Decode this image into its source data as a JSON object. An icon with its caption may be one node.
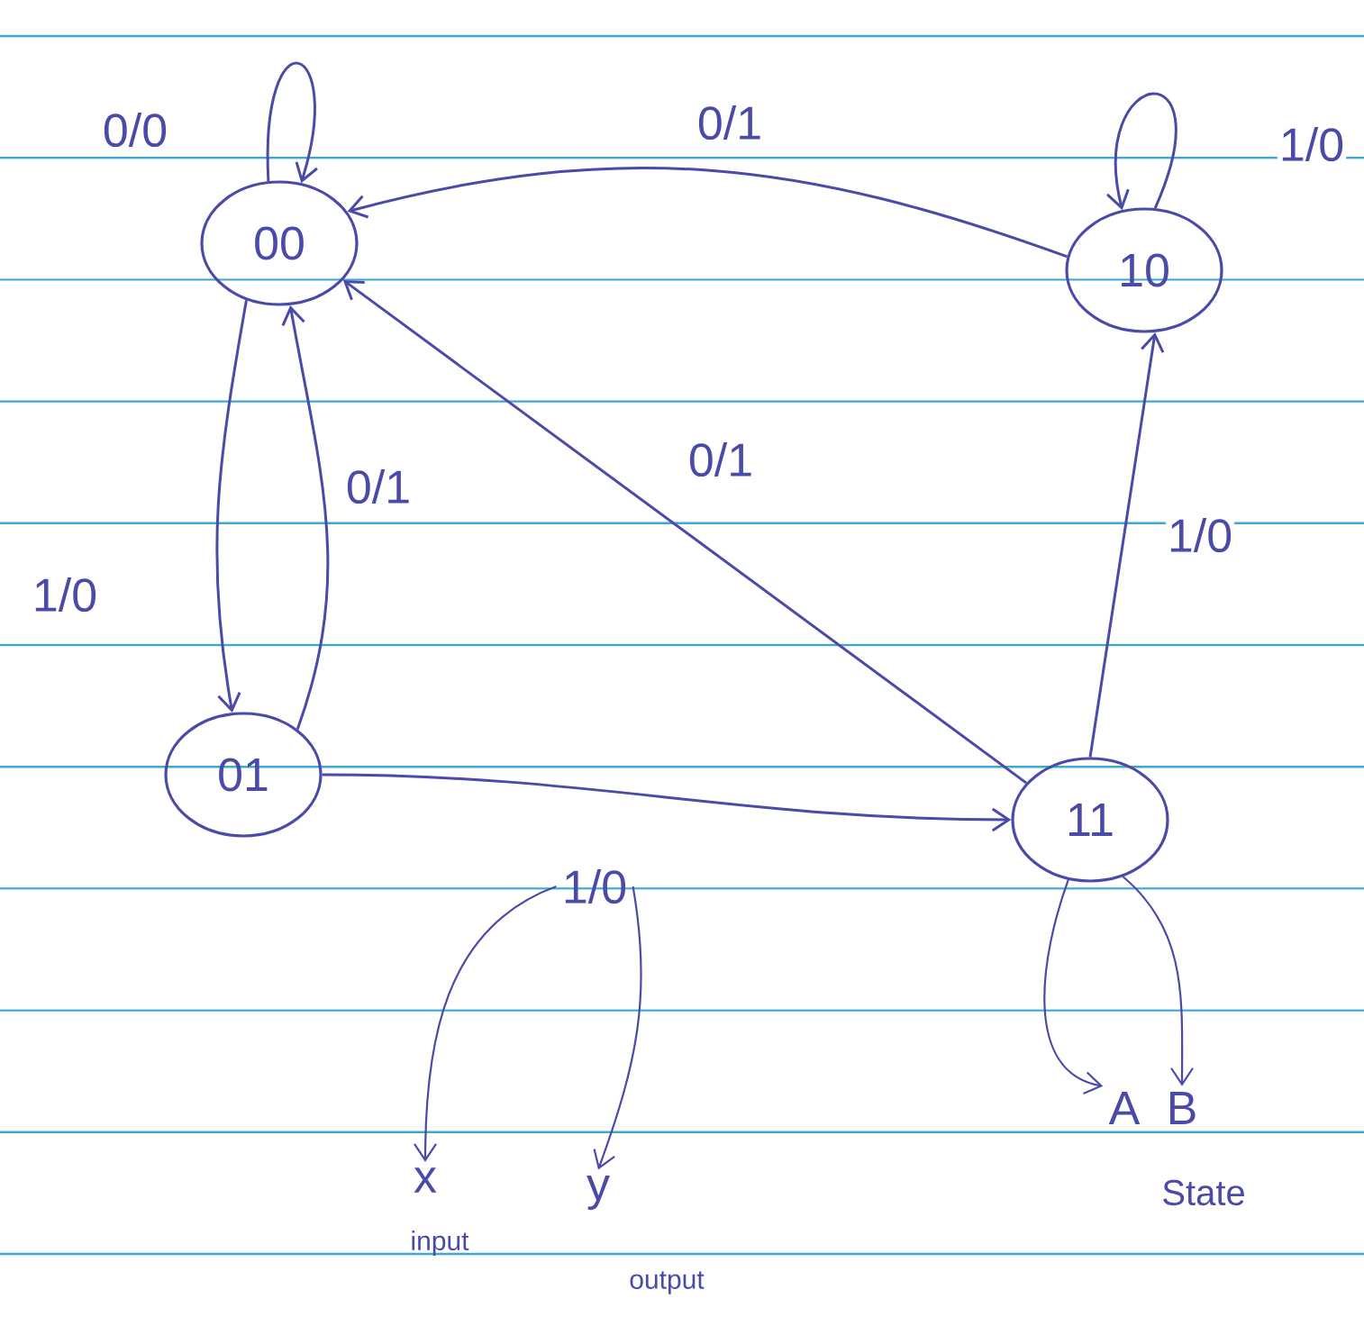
{
  "diagram": {
    "nodes": [
      {
        "text": [
          "00"
        ]
      },
      {
        "text": [
          "10"
        ]
      },
      {
        "text": [
          "01"
        ]
      },
      {
        "text": [
          "11"
        ]
      },
      {
        "text": [
          "1/0"
        ]
      },
      {
        "text": [
          "x"
        ],
        "beside": [
          "input"
        ]
      },
      {
        "text": [
          "y"
        ],
        "beside": [
          "output"
        ]
      },
      {
        "text": [
          "A"
        ]
      },
      {
        "text": [
          "B"
        ]
      }
    ],
    "edges": [
      {
        "from": 0,
        "to": 0,
        "arrow": "to",
        "label": "0/0"
      },
      {
        "from": 1,
        "to": 0,
        "arrow": "to",
        "label": "0/1"
      },
      {
        "from": 1,
        "to": 1,
        "arrow": "to",
        "label": "1/0"
      },
      {
        "from": 0,
        "to": 2,
        "arrow": "to",
        "label": "1/0"
      },
      {
        "from": 2,
        "to": 0,
        "arrow": "to",
        "label": "0/1"
      },
      {
        "from": 3,
        "to": 0,
        "arrow": "to",
        "label": "0/1"
      },
      {
        "from": 2,
        "to": 3,
        "arrow": "to"
      },
      {
        "from": 3,
        "to": 1,
        "arrow": "to",
        "label": "1/0"
      },
      {
        "from": 4,
        "to": 5,
        "arrow": "to"
      },
      {
        "from": 4,
        "to": 6,
        "arrow": "to"
      },
      {
        "from": 3,
        "to": 7,
        "arrow": "to"
      },
      {
        "from": 3,
        "to": 8,
        "arrow": "to"
      }
    ],
    "labels": [
      "State"
    ]
  }
}
